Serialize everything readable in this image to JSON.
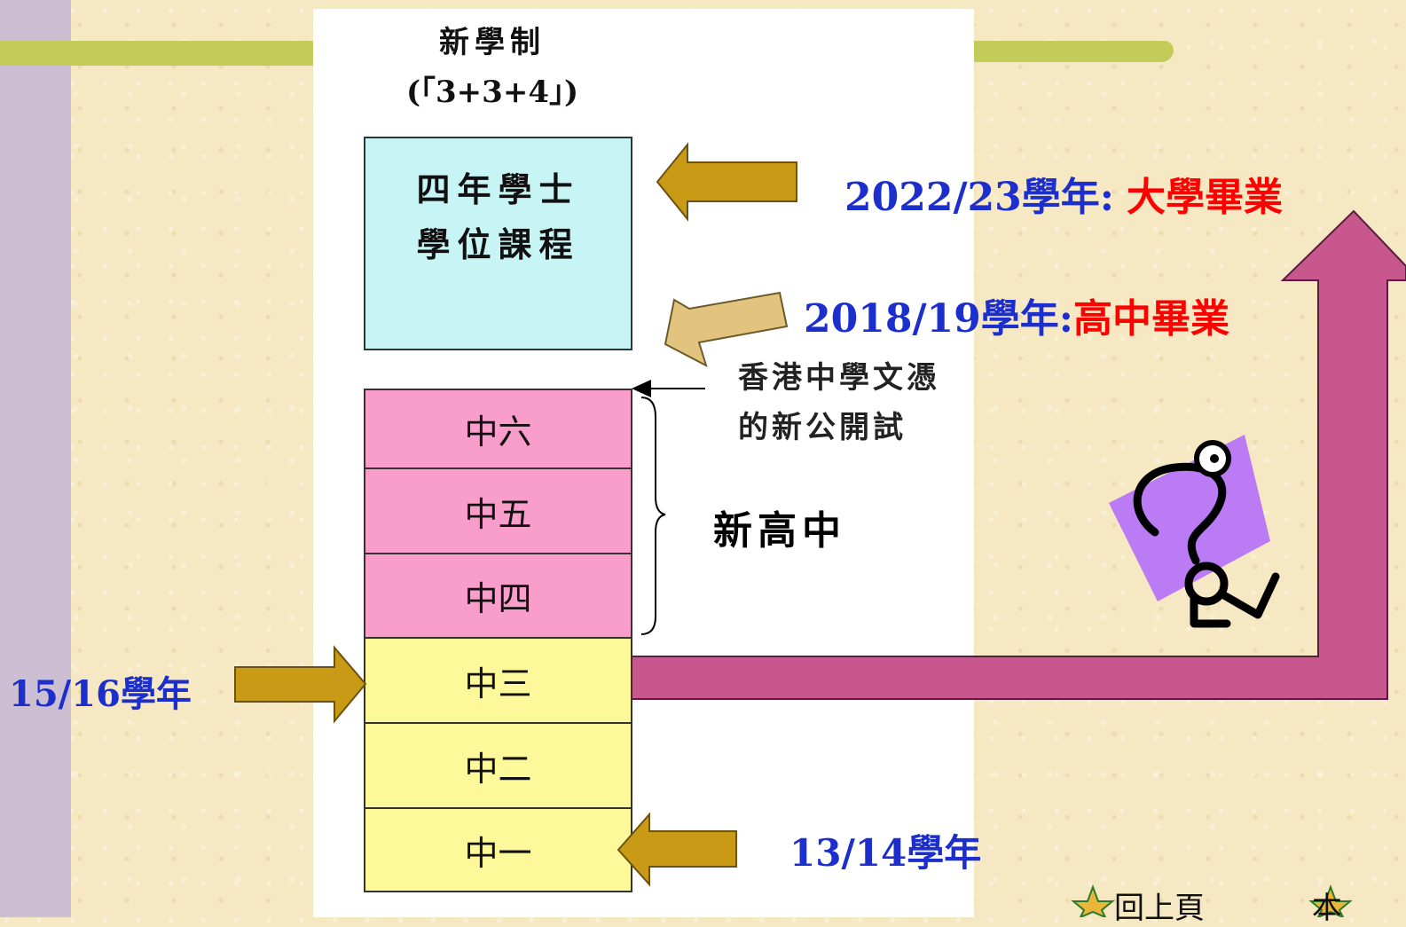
{
  "colors": {
    "background": "#f6e8c3",
    "sidebar": "#cdbfd3",
    "bar": "#c3cc59",
    "degree_box": "#c7f4f4",
    "senior_box": "#f99dcb",
    "junior_box": "#fdf99b",
    "gold_arrow": "#c89a16",
    "light_arrow": "#e2c47e",
    "magenta_arrow": "#c8578d",
    "label_blue": "#1c2fcc",
    "label_red": "#ff0000"
  },
  "diagram": {
    "title_line1": "新學制",
    "title_line2": "(「3+3+4」)",
    "degree_line1": "四年學士",
    "degree_line2": "學位課程",
    "forms": [
      {
        "label": "中六",
        "group": "senior"
      },
      {
        "label": "中五",
        "group": "senior"
      },
      {
        "label": "中四",
        "group": "senior"
      },
      {
        "label": "中三",
        "group": "junior"
      },
      {
        "label": "中二",
        "group": "junior"
      },
      {
        "label": "中一",
        "group": "junior"
      }
    ],
    "exam_line1": "香港中學文憑",
    "exam_line2": "的新公開試",
    "new_senior": "新高中"
  },
  "annotations": {
    "university_year": "2022/23學年:",
    "university_event": "大學畢業",
    "senior_year": "2018/19學年:",
    "senior_event": "高中畢業",
    "f3_year": "15/16學年",
    "f1_year": "13/14學年"
  },
  "icons": [
    "question-mark-character-icon",
    "star-icon"
  ],
  "navigation": {
    "back_label": "回上頁",
    "next_label": "本"
  }
}
